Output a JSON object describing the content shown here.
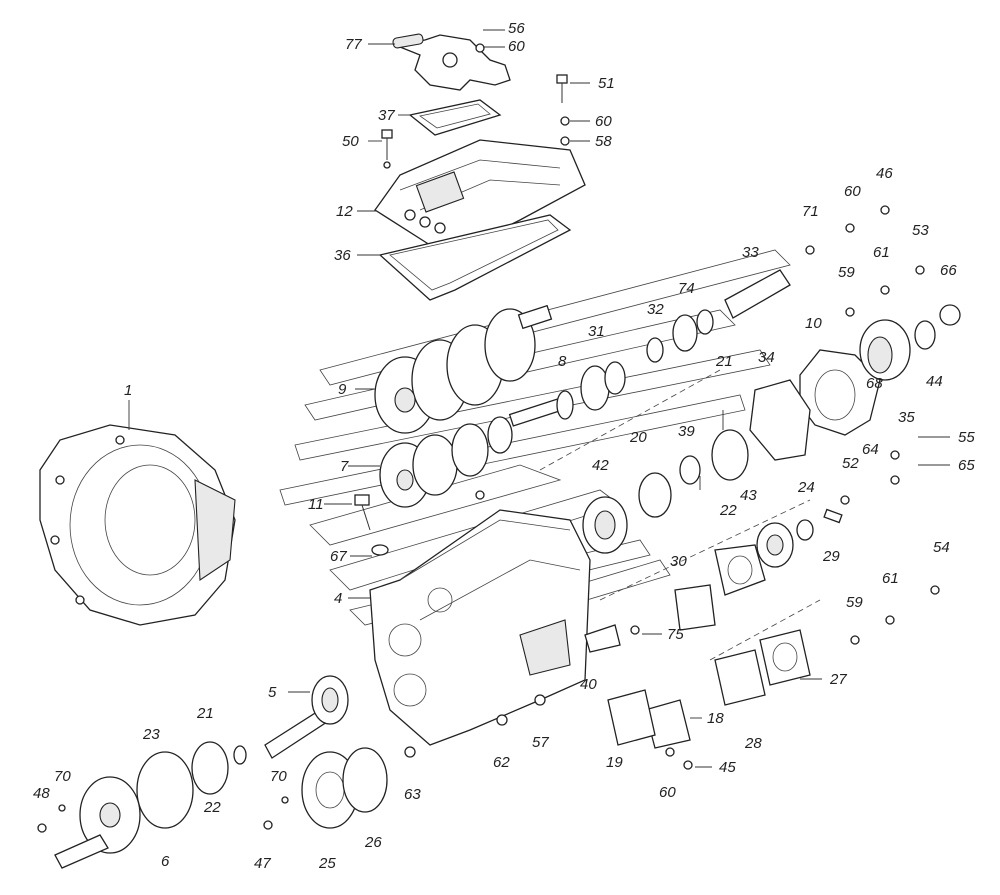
{
  "callouts": [
    {
      "id": "c77",
      "text": "77"
    },
    {
      "id": "c56",
      "text": "56"
    },
    {
      "id": "c60a",
      "text": "60"
    },
    {
      "id": "c51",
      "text": "51"
    },
    {
      "id": "c37",
      "text": "37"
    },
    {
      "id": "c60b",
      "text": "60"
    },
    {
      "id": "c58",
      "text": "58"
    },
    {
      "id": "c50",
      "text": "50"
    },
    {
      "id": "c12",
      "text": "12"
    },
    {
      "id": "c36",
      "text": "36"
    },
    {
      "id": "c71",
      "text": "71"
    },
    {
      "id": "c60c",
      "text": "60"
    },
    {
      "id": "c46",
      "text": "46"
    },
    {
      "id": "c33",
      "text": "33"
    },
    {
      "id": "c53",
      "text": "53"
    },
    {
      "id": "c61a",
      "text": "61"
    },
    {
      "id": "c66",
      "text": "66"
    },
    {
      "id": "c59a",
      "text": "59"
    },
    {
      "id": "c74",
      "text": "74"
    },
    {
      "id": "c32",
      "text": "32"
    },
    {
      "id": "c10",
      "text": "10"
    },
    {
      "id": "c31",
      "text": "31"
    },
    {
      "id": "c34",
      "text": "34"
    },
    {
      "id": "c68",
      "text": "68"
    },
    {
      "id": "c44",
      "text": "44"
    },
    {
      "id": "c8",
      "text": "8"
    },
    {
      "id": "c9",
      "text": "9"
    },
    {
      "id": "c21a",
      "text": "21"
    },
    {
      "id": "c35",
      "text": "35"
    },
    {
      "id": "c1",
      "text": "1"
    },
    {
      "id": "c64",
      "text": "64"
    },
    {
      "id": "c55",
      "text": "55"
    },
    {
      "id": "c20",
      "text": "20"
    },
    {
      "id": "c39",
      "text": "39"
    },
    {
      "id": "c52",
      "text": "52"
    },
    {
      "id": "c65",
      "text": "65"
    },
    {
      "id": "c7",
      "text": "7"
    },
    {
      "id": "c42",
      "text": "42"
    },
    {
      "id": "c43",
      "text": "43"
    },
    {
      "id": "c24",
      "text": "24"
    },
    {
      "id": "c22a",
      "text": "22"
    },
    {
      "id": "c11",
      "text": "11"
    },
    {
      "id": "c29",
      "text": "29"
    },
    {
      "id": "c30",
      "text": "30"
    },
    {
      "id": "c67",
      "text": "67"
    },
    {
      "id": "c54",
      "text": "54"
    },
    {
      "id": "c61b",
      "text": "61"
    },
    {
      "id": "c4",
      "text": "4"
    },
    {
      "id": "c59b",
      "text": "59"
    },
    {
      "id": "c75",
      "text": "75"
    },
    {
      "id": "c27",
      "text": "27"
    },
    {
      "id": "c40",
      "text": "40"
    },
    {
      "id": "c5",
      "text": "5"
    },
    {
      "id": "c18",
      "text": "18"
    },
    {
      "id": "c28",
      "text": "28"
    },
    {
      "id": "c23",
      "text": "23"
    },
    {
      "id": "c21b",
      "text": "21"
    },
    {
      "id": "c62",
      "text": "62"
    },
    {
      "id": "c57",
      "text": "57"
    },
    {
      "id": "c19",
      "text": "19"
    },
    {
      "id": "c45",
      "text": "45"
    },
    {
      "id": "c70a",
      "text": "70"
    },
    {
      "id": "c70b",
      "text": "70"
    },
    {
      "id": "c48",
      "text": "48"
    },
    {
      "id": "c22b",
      "text": "22"
    },
    {
      "id": "c63",
      "text": "63"
    },
    {
      "id": "c26",
      "text": "26"
    },
    {
      "id": "c60d",
      "text": "60"
    },
    {
      "id": "c47",
      "text": "47"
    },
    {
      "id": "c25",
      "text": "25"
    },
    {
      "id": "c6",
      "text": "6"
    }
  ]
}
